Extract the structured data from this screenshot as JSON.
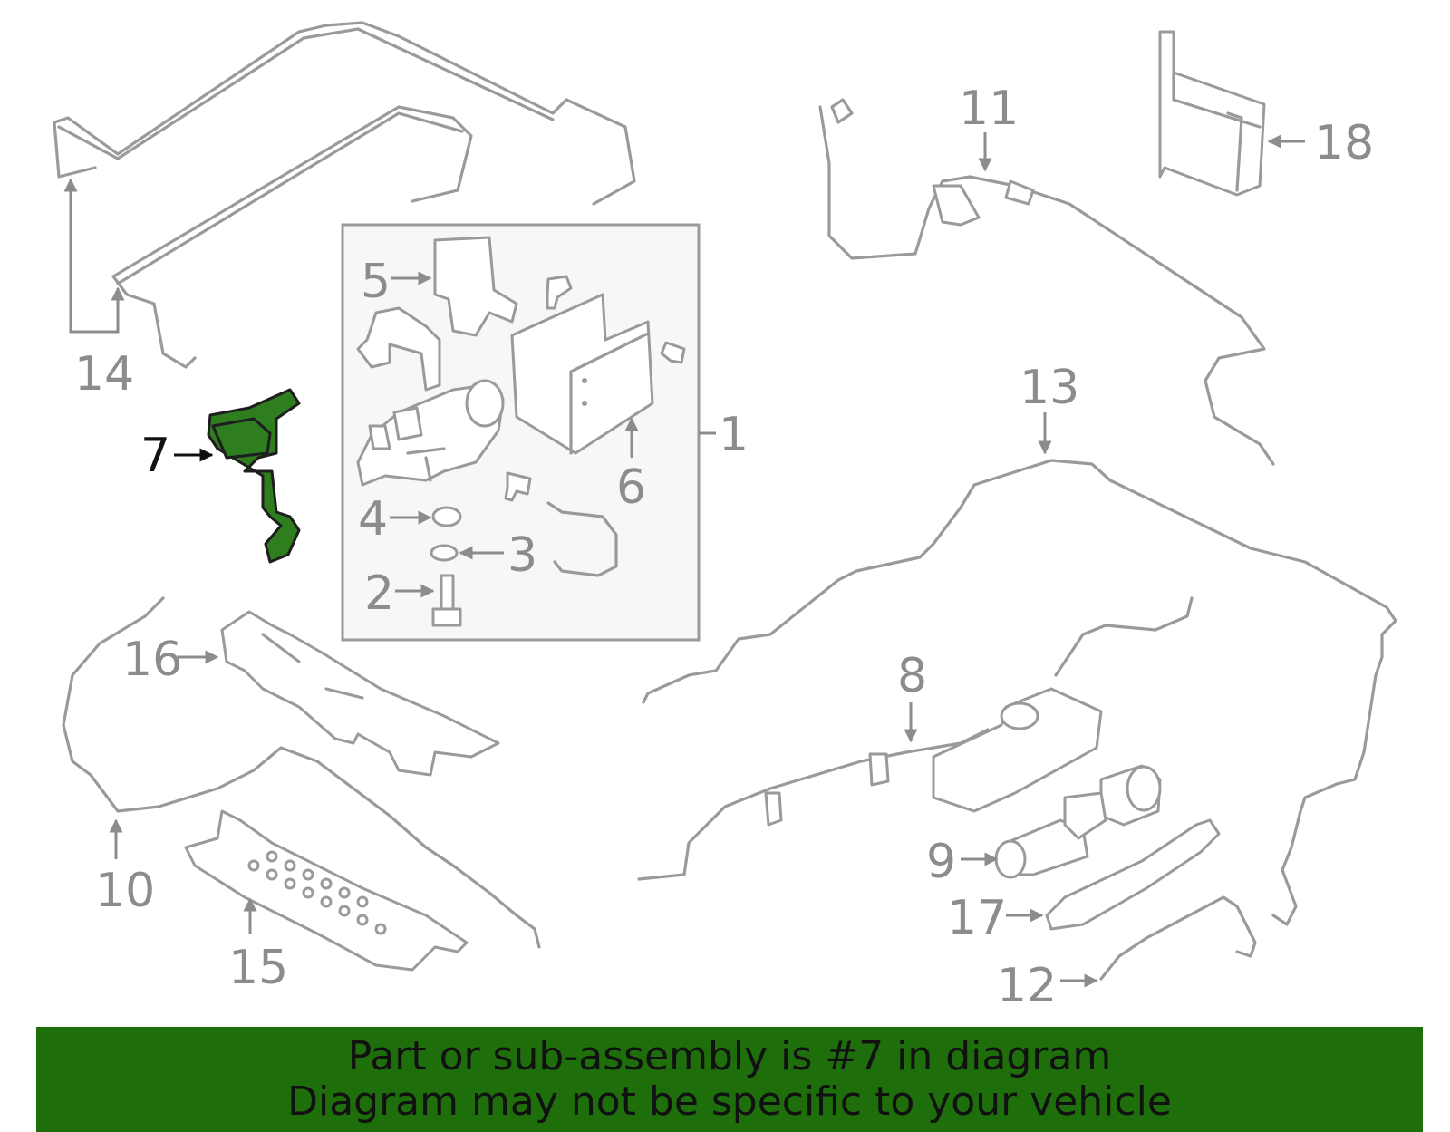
{
  "colors": {
    "highlight": "#2e7d1f",
    "footer_bg": "#1f6e0c",
    "part_stroke": "#9a9a9a",
    "label_gray": "#8c8c8c"
  },
  "callouts": {
    "c1": "1",
    "c2": "2",
    "c3": "3",
    "c4": "4",
    "c5": "5",
    "c6": "6",
    "c7": "7",
    "c8": "8",
    "c9": "9",
    "c10": "10",
    "c11": "11",
    "c12": "12",
    "c13": "13",
    "c14": "14",
    "c15": "15",
    "c16": "16",
    "c17": "17",
    "c18": "18"
  },
  "highlighted_part": "7",
  "footer": {
    "line1": "Part or sub-assembly is #7 in diagram",
    "line2": "Diagram may not be specific to your vehicle"
  }
}
